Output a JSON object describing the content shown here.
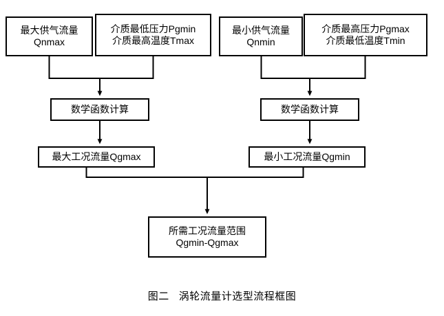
{
  "figure": {
    "caption_label": "图二",
    "caption_title": "涡轮流量计选型流程框图",
    "background_color": "#ffffff",
    "line_color": "#000000",
    "text_color": "#000000"
  },
  "nodes": {
    "qnmax": {
      "line1": "最大供气流量",
      "line2": "Qnmax"
    },
    "pgmin": {
      "line1": "介质最低压力Pgmin",
      "line2": "介质最高温度Tmax"
    },
    "qnmin": {
      "line1": "最小供气流量",
      "line2": "Qnmin"
    },
    "pgmax": {
      "line1": "介质最高压力Pgmax",
      "line2": "介质最低温度Tmin"
    },
    "calc_left": {
      "line1": "数学函数计算"
    },
    "calc_right": {
      "line1": "数学函数计算"
    },
    "qgmax": {
      "line1": "最大工况流量Qgmax"
    },
    "qgmin": {
      "line1": "最小工况流量Qgmin"
    },
    "range": {
      "line1": "所需工况流量范围",
      "line2": "Qgmin-Qgmax"
    }
  },
  "flow": {
    "edges": [
      {
        "from": "qnmax",
        "to": "calc_left",
        "type": "merge-branch"
      },
      {
        "from": "pgmin",
        "to": "calc_left",
        "type": "merge-branch"
      },
      {
        "from": "qnmin",
        "to": "calc_right",
        "type": "merge-branch"
      },
      {
        "from": "pgmax",
        "to": "calc_right",
        "type": "merge-branch"
      },
      {
        "from": "calc_left",
        "to": "qgmax",
        "type": "arrow"
      },
      {
        "from": "calc_right",
        "to": "qgmin",
        "type": "arrow"
      },
      {
        "from": "qgmax",
        "to": "range",
        "type": "merge-branch"
      },
      {
        "from": "qgmin",
        "to": "range",
        "type": "merge-branch"
      }
    ]
  }
}
